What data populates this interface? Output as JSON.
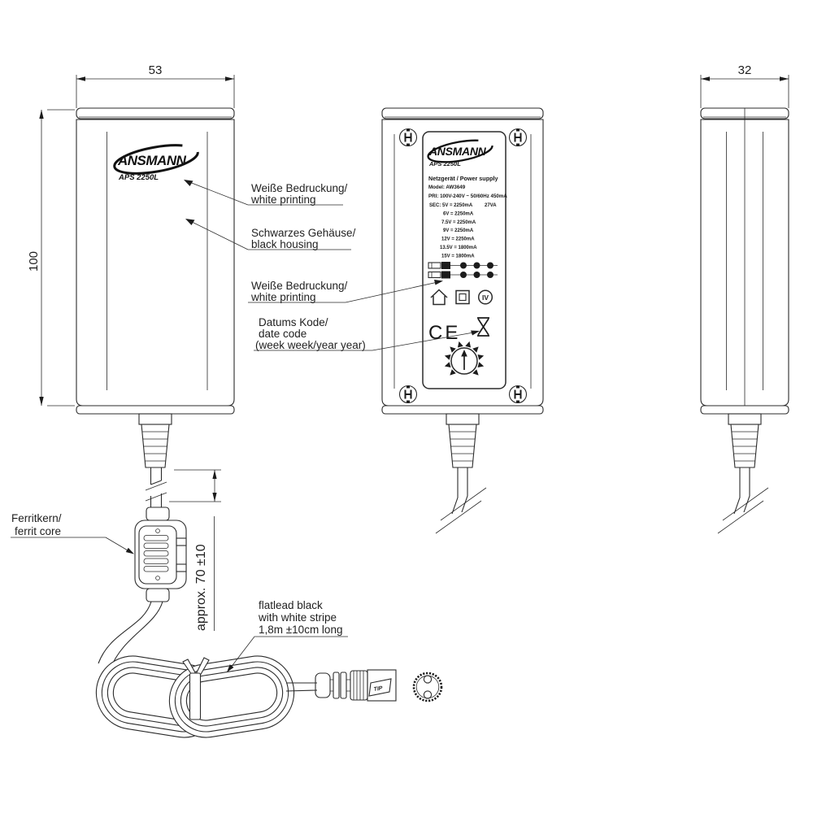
{
  "drawing_title": "ANSMANN APS 2250L power supply dimensional drawing",
  "dimensions": {
    "front_width_mm": "53",
    "side_width_mm": "32",
    "body_height_mm": "100",
    "cable_to_ferrite": "approx. 70 ±10"
  },
  "annotations": {
    "white_printing_top": [
      "Weiße Bedruckung/",
      "white printing"
    ],
    "black_housing": [
      "Schwarzes Gehäuse/",
      "black housing"
    ],
    "white_printing_label": [
      "Weiße Bedruckung/",
      "white printing"
    ],
    "date_code": [
      "Datums Kode/",
      "date code",
      "(week week/year year)"
    ],
    "ferrite_core": [
      "Ferritkern/",
      "ferrit core"
    ],
    "flatlead": [
      "flatlead black",
      "with white stripe",
      "1,8m ±10cm long"
    ]
  },
  "device": {
    "brand": "ANSMANN",
    "model": "APS 2250L"
  },
  "label": {
    "brand": "ANSMANN",
    "model": "APS 2250L",
    "title": "Netzgerät / Power supply",
    "model_line": "Model: AW3649",
    "primary_line": "PRI: 100V-240V ~ 50/60Hz 450mA",
    "power_rating": "27VA",
    "sec_rows": [
      "SEC: 5V = 2250mA",
      "6V = 2250mA",
      "7.5V = 2250mA",
      "9V = 2250mA",
      "12V = 2250mA",
      "13.5V = 1800mA",
      "15V = 1800mA"
    ],
    "efficiency_mark": "IV",
    "ce_mark": "CE",
    "icons": {
      "indoor_use": "house-icon",
      "protection_class": "double-square-icon",
      "efficiency": "circled-iv-icon",
      "date_code": "hourglass-icon",
      "voltage_selector": "rotary-selector-icon"
    }
  },
  "connector": {
    "tip_label": "TIP"
  },
  "colors": {
    "line": "#2b2b2b",
    "background": "#ffffff"
  }
}
